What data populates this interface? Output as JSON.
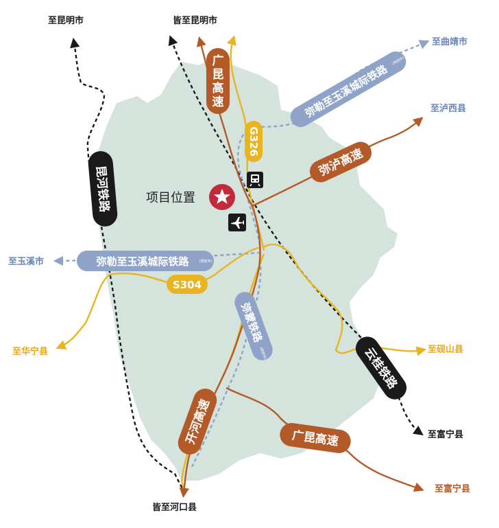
{
  "colors": {
    "region_fill": "#d4e4dc",
    "expressway": "#b35a28",
    "provincial_road": "#e8b422",
    "intercity_rail": "#8fa3c8",
    "railway": "#1a1a1a",
    "project_marker": "#c02a3a",
    "blue_text": "#6b86b8",
    "gold_text": "#e8a81a",
    "rust_text": "#b35a28"
  },
  "project": {
    "label": "项目位置",
    "marker_icon": "star-icon"
  },
  "icons": {
    "train_station": "train-icon",
    "airport": "airplane-icon"
  },
  "route_labels": {
    "guangkun_north": "广昆高速",
    "guangkun_south": "广昆高速",
    "g326": "G326",
    "milu": "弥泸高速",
    "s304": "S304",
    "kaihe": "开河高速",
    "mimeng": "弥蒙铁路",
    "mile_yuxi_east": "弥勒至玉溪城际铁路",
    "mile_yuxi_west": "弥勒至玉溪城际铁路",
    "kunhe": "昆河铁路",
    "yungui": "云桂铁路",
    "planned_tag": "(规划中)"
  },
  "destinations": {
    "kunming_left": "至昆明市",
    "kunming_all": "皆至昆明市",
    "qujing": "至曲靖市",
    "luxi": "至泸西县",
    "yuxi": "至玉溪市",
    "huaning": "至华宁县",
    "yanshan": "至砚山县",
    "funing_rail": "至富宁县",
    "funing_road": "至富宁县",
    "hekou": "皆至河口县"
  }
}
